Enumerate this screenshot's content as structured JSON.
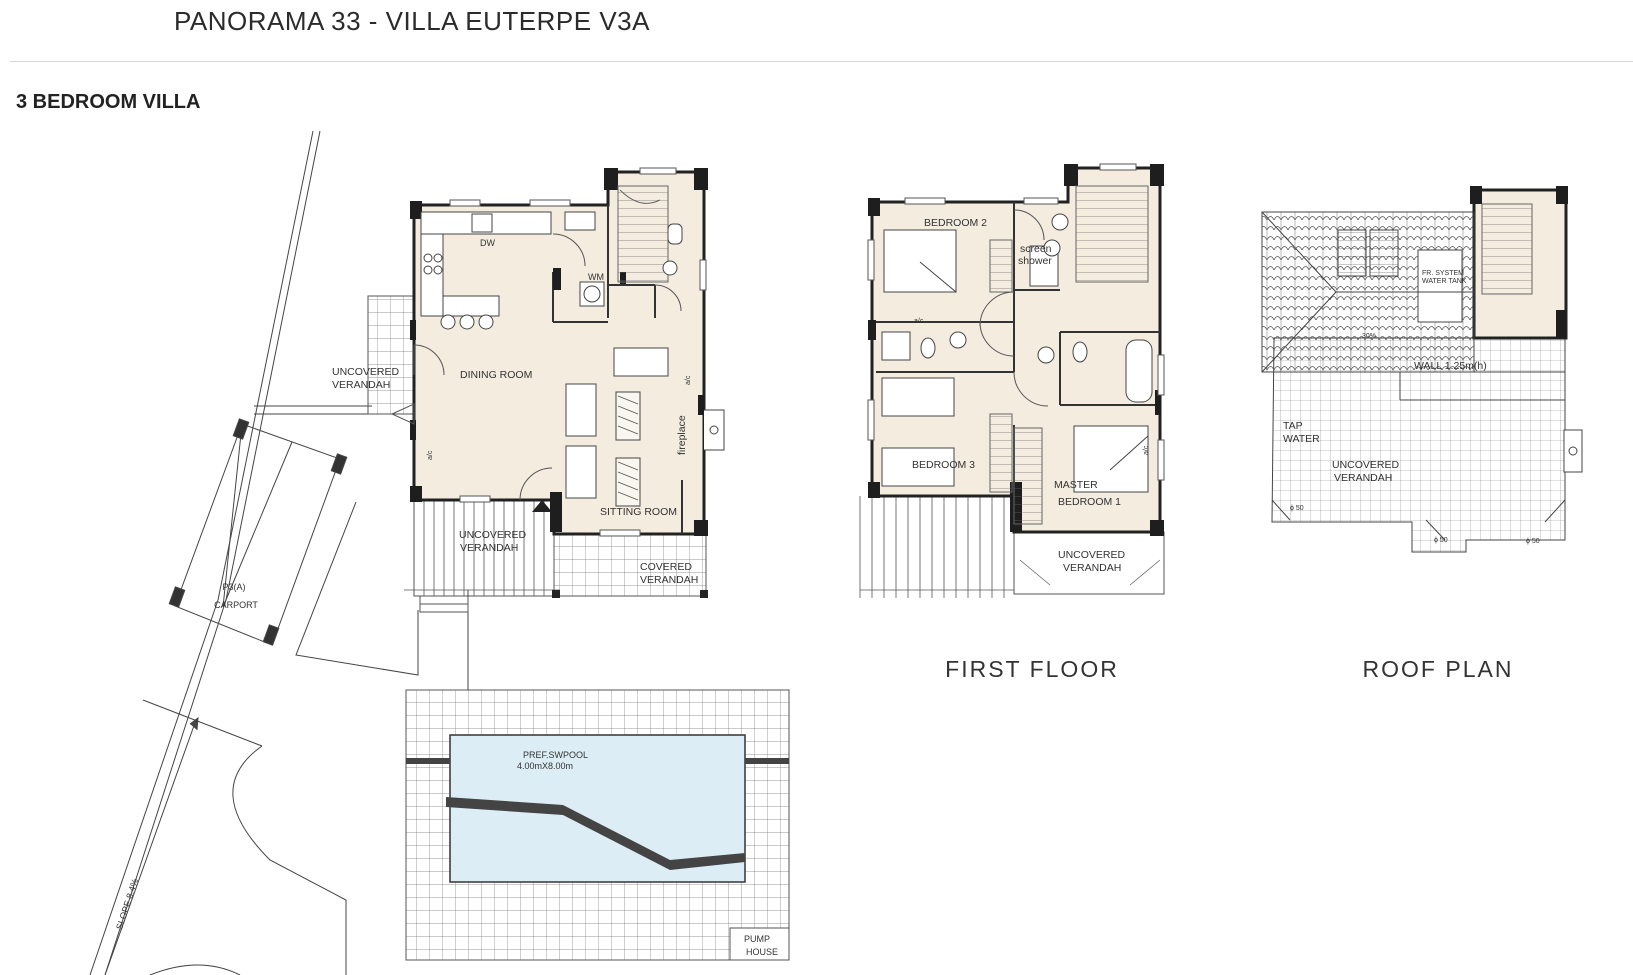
{
  "header": {
    "title": "PANORAMA 33 - VILLA EUTERPE  V3A",
    "subtitle": "3 BEDROOM VILLA"
  },
  "colors": {
    "floor_fill": "#f3ecdf",
    "wall": "#1e1e1e",
    "pool_water": "#dcedf5",
    "line": "#555555"
  },
  "ground_floor": {
    "labels": {
      "uncovered_verandah_west": [
        "UNCOVERED",
        "VERANDAH"
      ],
      "dining_room": "DINING ROOM",
      "sitting_room": "SITTING ROOM",
      "uncovered_verandah_south": [
        "UNCOVERED",
        "VERANDAH"
      ],
      "covered_verandah": [
        "COVERED",
        "VERANDAH"
      ],
      "fireplace": "fireplace",
      "dw": "DW",
      "wm": "WM",
      "ac_1": "a/c",
      "ac_2": "a/c",
      "carport": [
        "P3(A)",
        "CARPORT"
      ],
      "slope": "SLOPE 8.4%",
      "pool": [
        "PREF.SWPOOL",
        "4.00mX8.00m"
      ],
      "pump_house": [
        "PUMP",
        "HOUSE"
      ]
    }
  },
  "first_floor": {
    "title": "FIRST FLOOR",
    "labels": {
      "bedroom_2": "BEDROOM 2",
      "screen_shower": [
        "screen",
        "shower"
      ],
      "bedroom_3": "BEDROOM 3",
      "master_bedroom": [
        "MASTER",
        "BEDROOM 1"
      ],
      "uncovered_verandah": [
        "UNCOVERED",
        "VERANDAH"
      ],
      "ac_1": "a/c",
      "ac_2": "a/c"
    }
  },
  "roof_plan": {
    "title": "ROOF PLAN",
    "labels": {
      "solar_tank": [
        "FR. SYSTEM",
        "WATER TANK"
      ],
      "wall_height": "WALL 1.25m(h)",
      "tap_water": [
        "TAP",
        "WATER"
      ],
      "uncovered_verandah": [
        "UNCOVERED",
        "VERANDAH"
      ],
      "drain_1": "ϕ 50",
      "drain_2": "ϕ 50",
      "drain_3": "ϕ 50",
      "slope_pct": "30%"
    }
  }
}
